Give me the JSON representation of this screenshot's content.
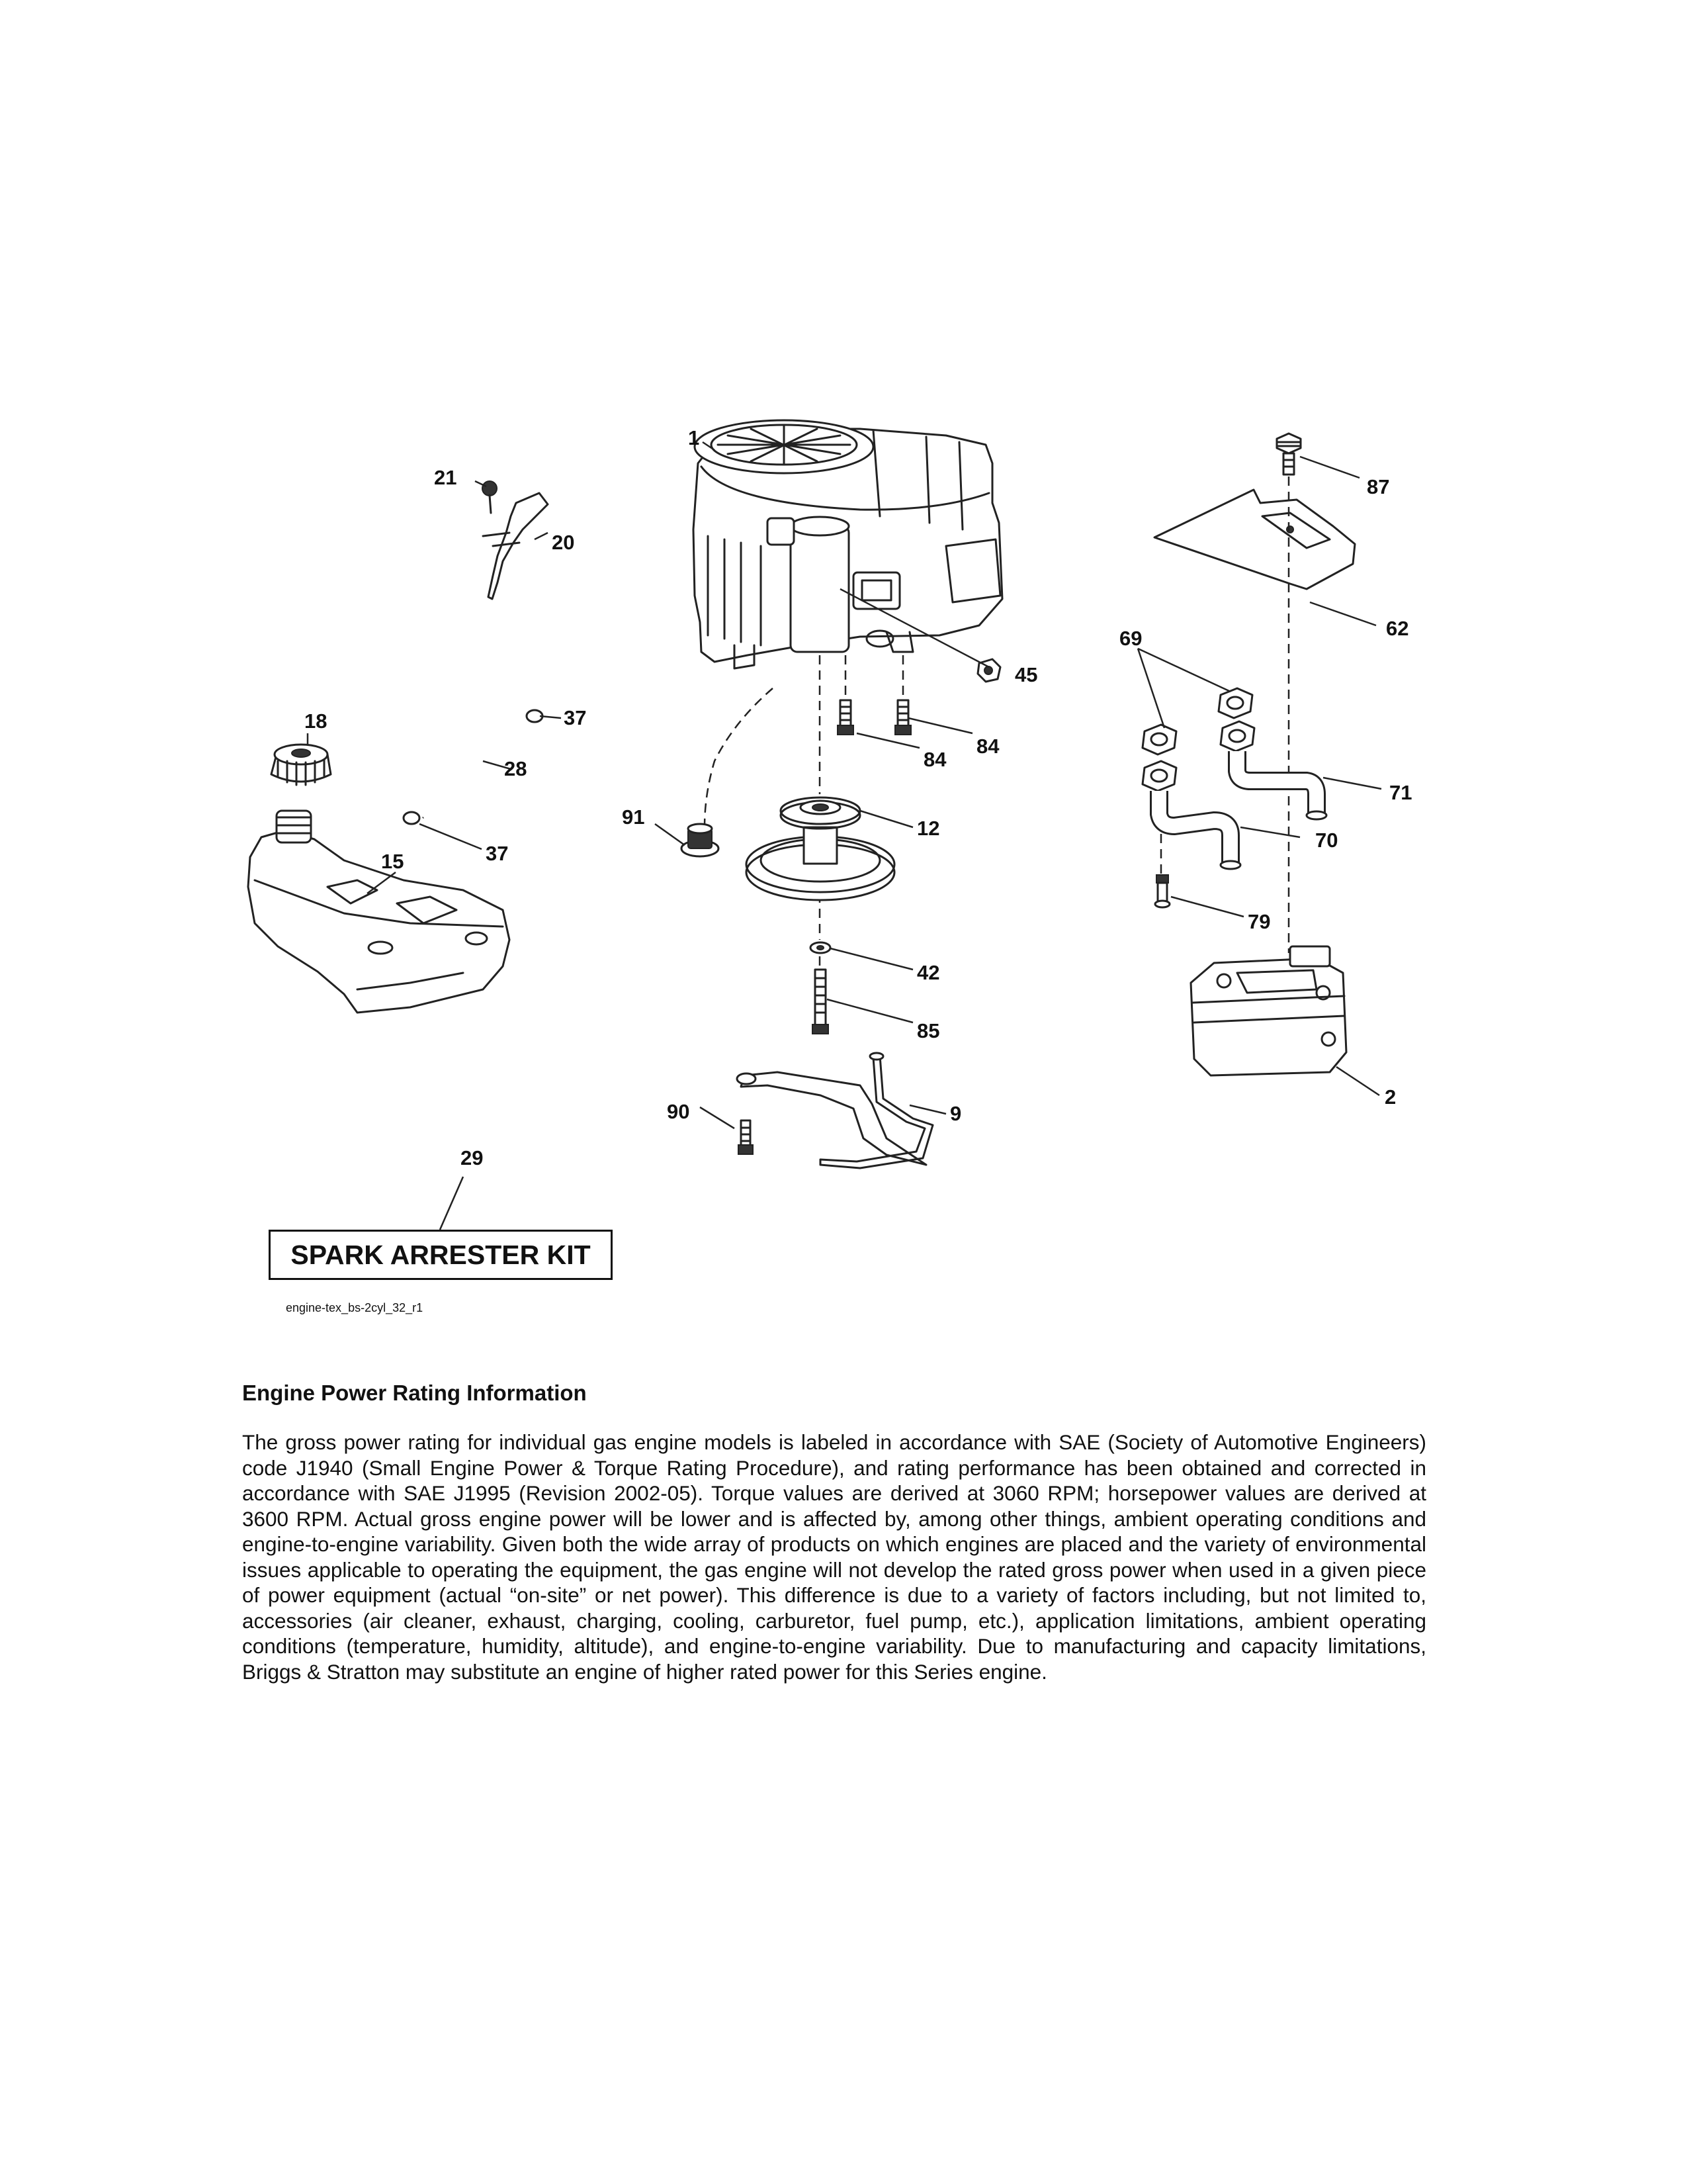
{
  "diagram": {
    "callouts": [
      {
        "id": "1",
        "label": "1"
      },
      {
        "id": "2",
        "label": "2"
      },
      {
        "id": "9",
        "label": "9"
      },
      {
        "id": "12",
        "label": "12"
      },
      {
        "id": "15",
        "label": "15"
      },
      {
        "id": "18",
        "label": "18"
      },
      {
        "id": "20",
        "label": "20"
      },
      {
        "id": "21",
        "label": "21"
      },
      {
        "id": "28",
        "label": "28"
      },
      {
        "id": "29",
        "label": "29"
      },
      {
        "id": "37a",
        "label": "37"
      },
      {
        "id": "37b",
        "label": "37"
      },
      {
        "id": "42",
        "label": "42"
      },
      {
        "id": "45",
        "label": "45"
      },
      {
        "id": "62",
        "label": "62"
      },
      {
        "id": "69",
        "label": "69"
      },
      {
        "id": "70",
        "label": "70"
      },
      {
        "id": "71",
        "label": "71"
      },
      {
        "id": "79",
        "label": "79"
      },
      {
        "id": "84a",
        "label": "84"
      },
      {
        "id": "84b",
        "label": "84"
      },
      {
        "id": "85",
        "label": "85"
      },
      {
        "id": "87",
        "label": "87"
      },
      {
        "id": "90",
        "label": "90"
      },
      {
        "id": "91",
        "label": "91"
      }
    ],
    "kit_label": "SPARK ARRESTER KIT",
    "diagram_id": "engine-tex_bs-2cyl_32_r1"
  },
  "info": {
    "heading": "Engine Power Rating Information",
    "body": "The gross power rating for individual gas engine models is labeled in accordance with SAE (Society of Automotive Engineers) code J1940 (Small Engine Power & Torque Rating Procedure), and rating performance has been obtained and corrected in accordance with SAE J1995 (Revision 2002-05). Torque values are derived at 3060 RPM; horsepower values are derived at 3600 RPM. Actual gross engine power will be lower and is affected by, among other things, ambient operating conditions and engine-to-engine variability. Given both the wide array of products on which engines are placed and the variety of environmental issues applicable to operating the equipment, the gas engine will not develop the rated gross power when used in a given piece of power equipment (actual “on-site” or net power). This difference is due to a variety of factors including, but not limited to, accessories (air cleaner, exhaust, charging, cooling, carburetor, fuel pump, etc.), application limitations, ambient operating conditions (temperature, humidity, altitude), and engine-to-engine variability. Due to manufacturing and capacity limitations, Briggs & Stratton may substitute an engine of higher rated power for this Series engine."
  }
}
